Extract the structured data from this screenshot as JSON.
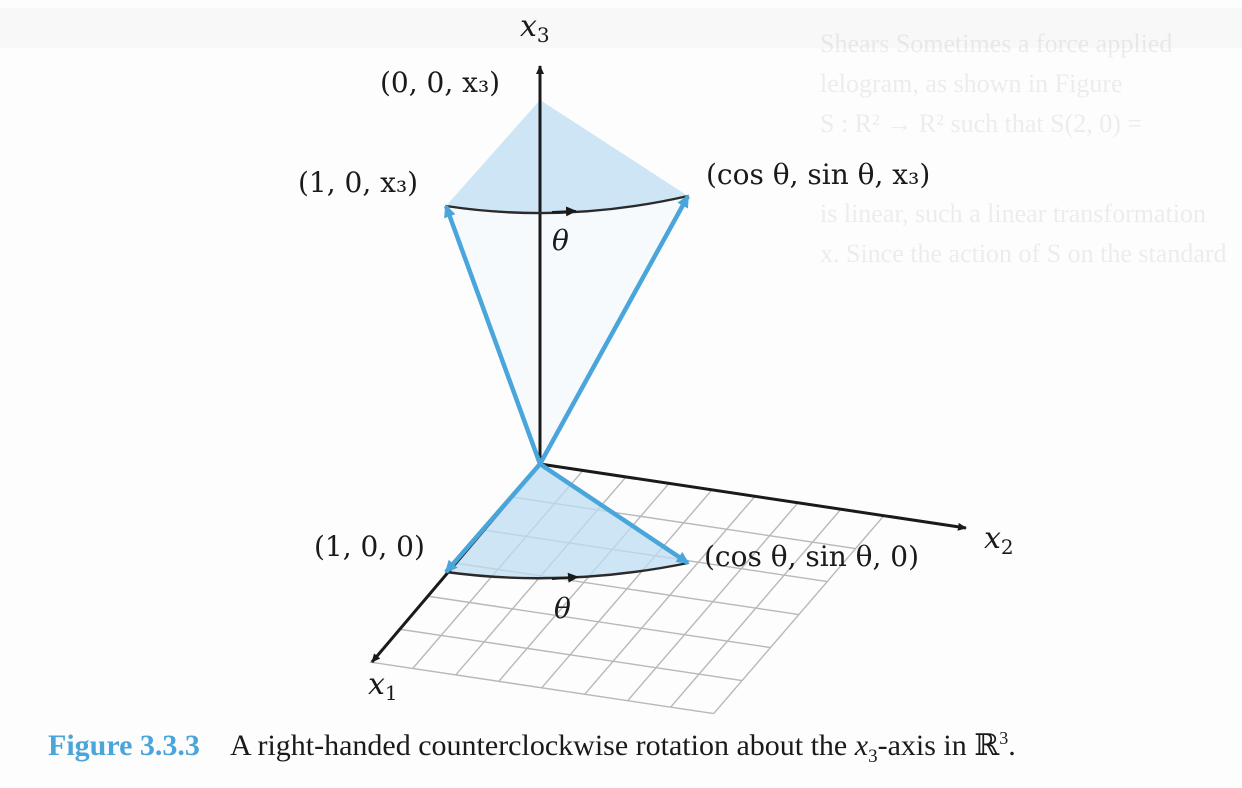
{
  "figure": {
    "axes": {
      "x1": {
        "main": "x",
        "sub": "1"
      },
      "x2": {
        "main": "x",
        "sub": "2"
      },
      "x3": {
        "main": "x",
        "sub": "3"
      }
    },
    "points": {
      "top_axis": "(0, 0, x₃)",
      "top_left": "(1, 0, x₃)",
      "top_right": "(cos θ, sin θ, x₃)",
      "bottom_left": "(1, 0, 0)",
      "bottom_right": "(cos θ, sin θ, 0)"
    },
    "angle_label": "θ",
    "colors": {
      "vector": "#4aa6da",
      "fill": "#bcdcf2",
      "axis": "#1a1a1a",
      "grid": "#b8b8b8",
      "caption_accent": "#4aa6da"
    }
  },
  "caption": {
    "number": "Figure 3.3.3",
    "text_before": "A right-handed counterclockwise rotation about the ",
    "axis_main": "x",
    "axis_sub": "3",
    "text_after": "-axis in ",
    "space": "ℝ",
    "exponent": "3",
    "end": "."
  }
}
